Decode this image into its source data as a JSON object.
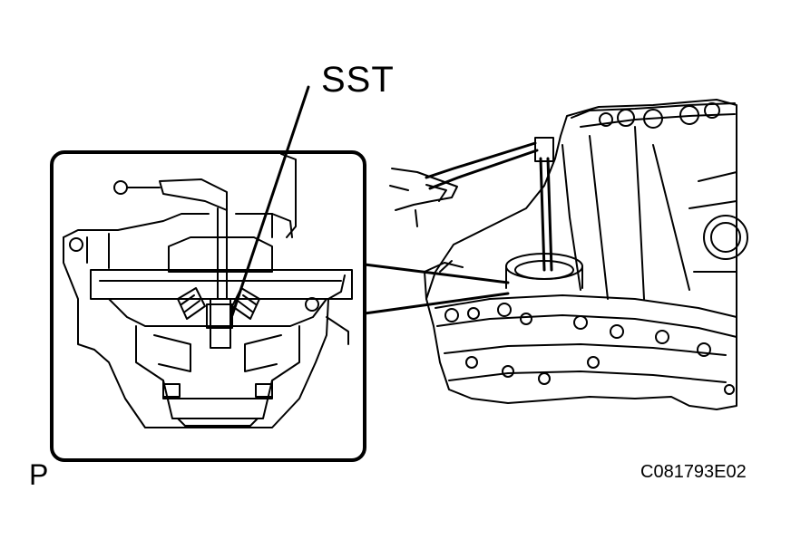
{
  "callout_label": "SST",
  "view_mark": "P",
  "figure_code": "C081793E02",
  "colors": {
    "line": "#000000",
    "background": "#ffffff"
  }
}
